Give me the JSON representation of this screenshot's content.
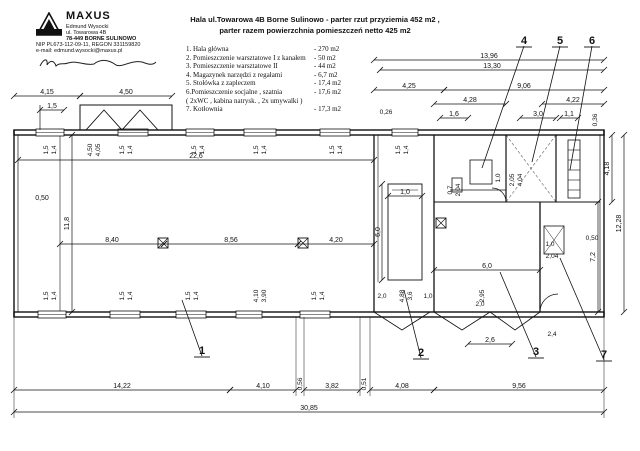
{
  "stamp": {
    "company": "MAXUS",
    "owner": "Edmund Wysocki",
    "street": "ul. Towarowa 4B",
    "city": "78-449 BORNE SULINOWO",
    "phone": "NIP PL673-112-09-11, REGON 331159820",
    "email": "e-mail: edmund.wysocki@maxus.pl",
    "signature": "Edmund Wysocki"
  },
  "title": {
    "line1": "Hala ul.Towarowa 4B Borne Sulinowo - parter rzut przyziemia  452 m2 ,",
    "line2": "parter razem powierzchnia pomieszczeń netto 425 m2"
  },
  "rooms": [
    {
      "label": "1. Hala główna",
      "area": "- 270 m2"
    },
    {
      "label": "2. Pomieszczenie warsztatowe I z kanałem",
      "area": "- 50 m2"
    },
    {
      "label": "3.  Pomieszczenie warsztatowe II",
      "area": "- 44 m2"
    },
    {
      "label": "4. Magazynek narzędzi z regałami",
      "area": "- 6,7 m2"
    },
    {
      "label": "5. Stołówka z zapleczem",
      "area": "- 17,4 m2"
    },
    {
      "label": "6.Pomieszczenie socjalne , szatnia",
      "area": "- 17,6 m2"
    },
    {
      "label": "  ( 2xWC , kabina natrysk.  , 2x umywalki )",
      "area": ""
    },
    {
      "label": "7. Kotłownia",
      "area": "- 17,3 m2"
    }
  ],
  "dimensions": {
    "top_left_1": "4,15",
    "top_left_2": "4,50",
    "top_1_5": "1,5",
    "top_right_total": "13,96",
    "top_right_inner": "13,30",
    "top_r_a": "4,25",
    "top_r_b": "9,06",
    "top_r_c": "4,28",
    "top_r_d": "4,22",
    "top_026": "0,26",
    "top_036": "0,36",
    "top_16": "1,6",
    "top_30": "3,0",
    "top_11": "1,1",
    "hall_length": "22,6",
    "hall_width": "11,8",
    "span_840": "8,40",
    "span_856": "8,56",
    "span_420": "4,20",
    "left_050": "0,50",
    "win_15": "1,5",
    "win_14": "1,4",
    "win_450": "4,50",
    "win_405": "4,05",
    "win_410": "4,10",
    "win_390": "3,90",
    "side_418": "4,18",
    "side_1228": "12,28",
    "side_72": "7,2",
    "side_050": "0,50",
    "w2_60": "6,0",
    "w2_10": "1,0",
    "d_20": "2,0",
    "d_10": "1,0",
    "d_488": "4,88",
    "d_36": "3,6",
    "d_295": "2,95",
    "w3_60": "6,0",
    "w3_24": "2,4",
    "w3_26": "2,6",
    "w3_20": "2,0",
    "w3_10": "1,0",
    "w3_204": "2,04",
    "r4_07": "0,7",
    "r4_204": "2,04",
    "r5_205": "2,05",
    "r5_404": "4,04",
    "r5_10": "1,0",
    "bot_1422": "14,22",
    "bot_410": "4,10",
    "bot_056": "0,56",
    "bot_382": "3,82",
    "bot_051": "0,51",
    "bot_408": "4,08",
    "bot_956": "9,56",
    "bot_total": "30,85"
  },
  "callouts": {
    "c1": "1",
    "c2": "2",
    "c3": "3",
    "c4": "4",
    "c5": "5",
    "c6": "6",
    "c7": "7"
  }
}
